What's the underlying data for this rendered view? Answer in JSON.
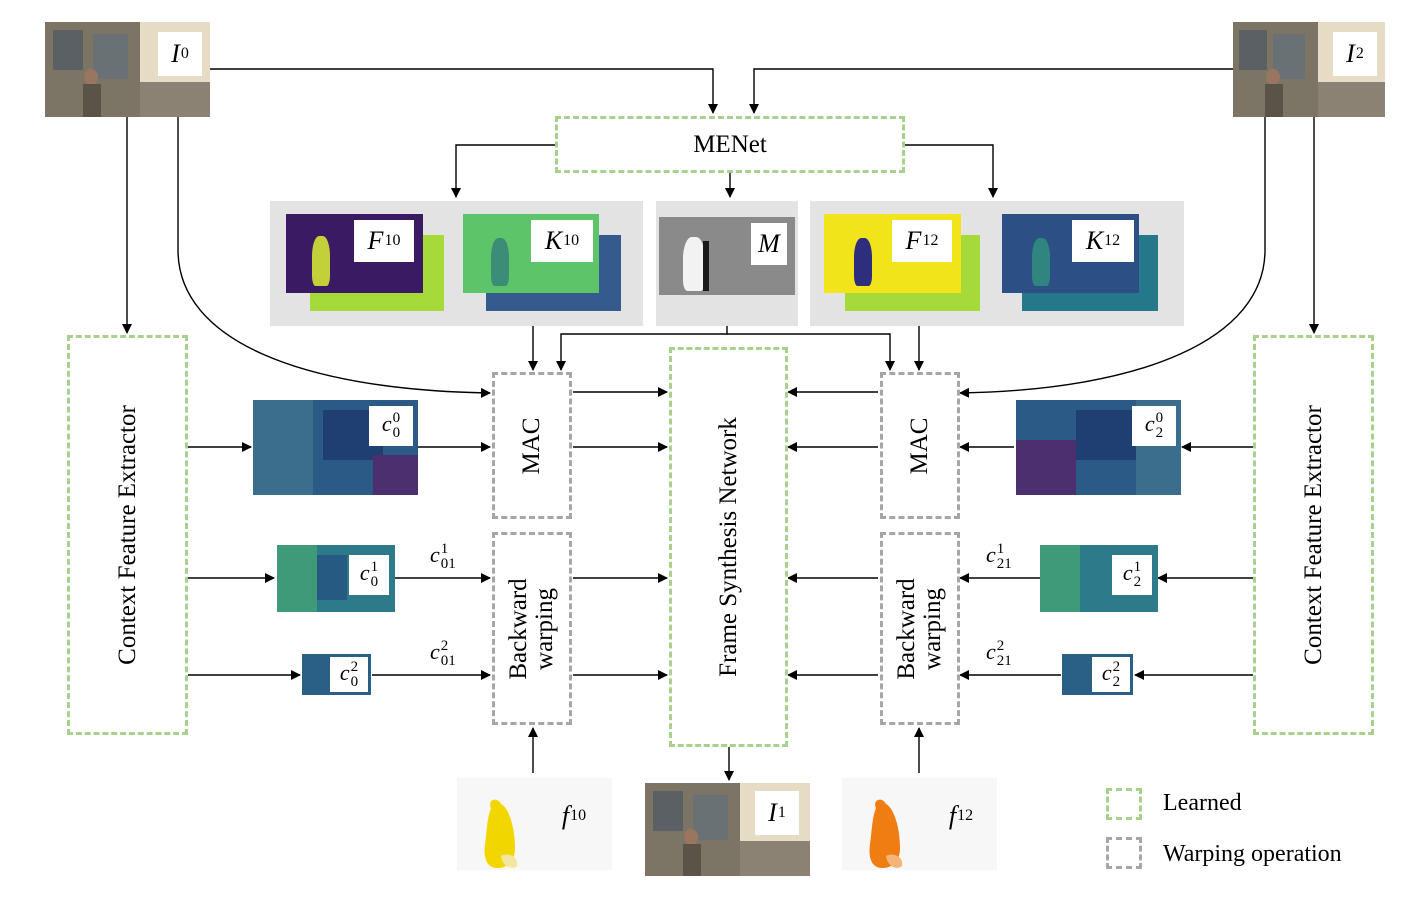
{
  "inputs": {
    "frame0": {
      "symbol": "I",
      "sub": "0"
    },
    "frame2": {
      "symbol": "I",
      "sub": "2"
    },
    "output": {
      "symbol": "I",
      "sub": "1"
    }
  },
  "modules": {
    "menet": "MENet",
    "context_left": "Context Feature Extractor",
    "context_right": "Context Feature Extractor",
    "mac_left": "MAC",
    "mac_right": "MAC",
    "warp_left": "Backward warping",
    "warp_right": "Backward warping",
    "synthesis": "Frame Synthesis Network"
  },
  "motion_outputs": {
    "f10": {
      "symbol": "F",
      "sub": "10"
    },
    "k10": {
      "symbol": "K",
      "sub": "10"
    },
    "mask": {
      "symbol": "M",
      "sub": ""
    },
    "f12": {
      "symbol": "F",
      "sub": "12"
    },
    "k12": {
      "symbol": "K",
      "sub": "12"
    }
  },
  "features": {
    "c00": {
      "base": "c",
      "sup": "0",
      "sub": "0"
    },
    "c01": {
      "base": "c",
      "sup": "1",
      "sub": "0"
    },
    "c02": {
      "base": "c",
      "sup": "2",
      "sub": "0"
    },
    "c20": {
      "base": "c",
      "sup": "0",
      "sub": "2"
    },
    "c21": {
      "base": "c",
      "sup": "1",
      "sub": "2"
    },
    "c22": {
      "base": "c",
      "sup": "2",
      "sub": "2"
    },
    "w011": {
      "base": "c",
      "sup": "1",
      "sub": "01"
    },
    "w012": {
      "base": "c",
      "sup": "2",
      "sub": "01"
    },
    "w211": {
      "base": "c",
      "sup": "1",
      "sub": "21"
    },
    "w212": {
      "base": "c",
      "sup": "2",
      "sub": "21"
    }
  },
  "flows": {
    "f10": {
      "symbol": "f",
      "sub": "10"
    },
    "f12": {
      "symbol": "f",
      "sub": "12"
    }
  },
  "legend": {
    "learned": "Learned",
    "warping": "Warping operation"
  },
  "colors": {
    "learned_border": "#a9d18e",
    "warp_border": "#a6a6a6",
    "panel_bg": "#e3e3e3",
    "flow_yellow": "#f2d600",
    "flow_orange": "#f07d12"
  }
}
